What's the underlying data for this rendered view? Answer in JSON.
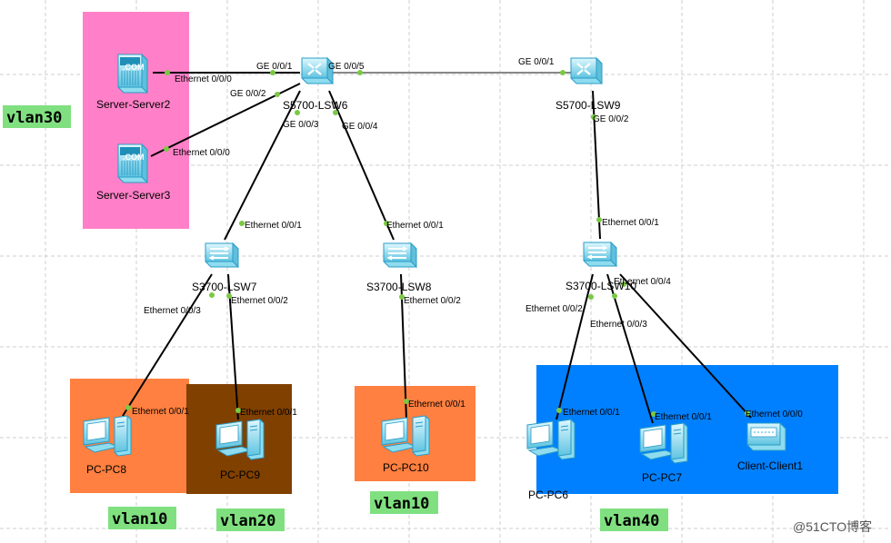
{
  "colors": {
    "grid": "#cfcfcf",
    "link": "#000000",
    "port_dot": "#7ac943",
    "zone_pink": "#ff80c8",
    "zone_orange": "#ff8040",
    "zone_brown": "#804000",
    "zone_blue": "#0080ff",
    "vlan_tag_bg": "#80e080",
    "device_light": "#cdf3fb",
    "device_mid": "#62c7e3",
    "device_dark": "#1f8fb8"
  },
  "devices": {
    "lsw6": {
      "label": "S5700-LSW6",
      "icon": "core-switch-icon"
    },
    "lsw9": {
      "label": "S5700-LSW9",
      "icon": "core-switch-icon"
    },
    "lsw7": {
      "label": "S3700-LSW7",
      "icon": "access-switch-icon"
    },
    "lsw8": {
      "label": "S3700-LSW8",
      "icon": "access-switch-icon"
    },
    "lsw10": {
      "label": "S3700-LSW10",
      "icon": "access-switch-icon"
    },
    "server2": {
      "label": "Server-Server2",
      "icon": "server-icon",
      "badge": ".COM"
    },
    "server3": {
      "label": "Server-Server3",
      "icon": "server-icon",
      "badge": ".COM"
    },
    "pc8": {
      "label": "PC-PC8",
      "icon": "pc-icon"
    },
    "pc9": {
      "label": "PC-PC9",
      "icon": "pc-icon"
    },
    "pc10": {
      "label": "PC-PC10",
      "icon": "pc-icon"
    },
    "pc6": {
      "label": "PC-PC6",
      "icon": "pc-icon"
    },
    "pc7": {
      "label": "PC-PC7",
      "icon": "pc-icon"
    },
    "client1": {
      "label": "Client-Client1",
      "icon": "client-icon"
    }
  },
  "links": [
    {
      "from": "server2",
      "to": "lsw6",
      "from_port": "Ethernet 0/0/0",
      "to_port": "GE 0/0/1"
    },
    {
      "from": "server3",
      "to": "lsw6",
      "from_port": "Ethernet 0/0/0",
      "to_port": "GE 0/0/2"
    },
    {
      "from": "lsw6",
      "to": "lsw9",
      "from_port": "GE 0/0/5",
      "to_port": "GE 0/0/1"
    },
    {
      "from": "lsw6",
      "to": "lsw7",
      "from_port": "GE 0/0/3",
      "to_port": "Ethernet 0/0/1"
    },
    {
      "from": "lsw6",
      "to": "lsw8",
      "from_port": "GE 0/0/4",
      "to_port": "Ethernet 0/0/1"
    },
    {
      "from": "lsw9",
      "to": "lsw10",
      "from_port": "GE 0/0/2",
      "to_port": "Ethernet 0/0/1"
    },
    {
      "from": "lsw7",
      "to": "pc8",
      "from_port": "Ethernet 0/0/3",
      "to_port": "Ethernet 0/0/1"
    },
    {
      "from": "lsw7",
      "to": "pc9",
      "from_port": "Ethernet 0/0/2",
      "to_port": "Ethernet 0/0/1"
    },
    {
      "from": "lsw8",
      "to": "pc10",
      "from_port": "Ethernet 0/0/2",
      "to_port": "Ethernet 0/0/1"
    },
    {
      "from": "lsw10",
      "to": "pc6",
      "from_port": "Ethernet 0/0/2",
      "to_port": "Ethernet 0/0/1"
    },
    {
      "from": "lsw10",
      "to": "pc7",
      "from_port": "Ethernet 0/0/3",
      "to_port": "Ethernet 0/0/1"
    },
    {
      "from": "lsw10",
      "to": "client1",
      "from_port": "Ethernet 0/0/4",
      "to_port": "Ethernet 0/0/0"
    }
  ],
  "vlan_tags": {
    "server_zone": "vlan30",
    "pc8_zone": "vlan10",
    "pc9_zone": "vlan20",
    "pc10_zone": "vlan10",
    "blue_zone": "vlan40"
  },
  "watermark": "@51CTO博客"
}
